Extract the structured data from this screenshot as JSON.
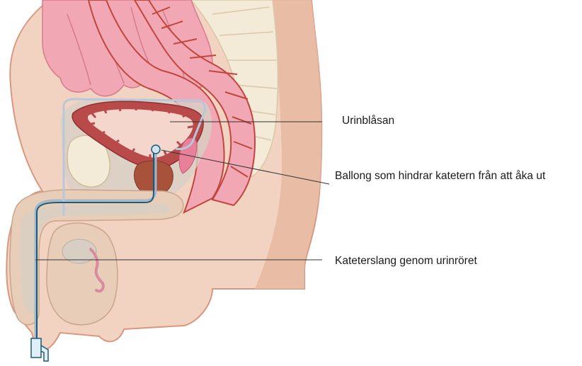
{
  "labels": {
    "bladder": "Urinblåsan",
    "balloon": "Ballong som hindrar katetern från att åka ut",
    "tube": "Kateterslang genom urinröret"
  },
  "colors": {
    "skin": "#f2d2c0",
    "skin_dark": "#d89880",
    "bone": "#f3ead8",
    "bladder_wall": "#b84a4a",
    "bladder_inner": "#f4d6cc",
    "bowel": "#f1a8b4",
    "bowel_vessel": "#c0463e",
    "tissue_grey": "#d7cfc4",
    "catheter_outer": "#9fb8cc",
    "catheter_dark": "#1d5a7a",
    "prostate": "#a8523c",
    "leader_line": "#333333"
  }
}
